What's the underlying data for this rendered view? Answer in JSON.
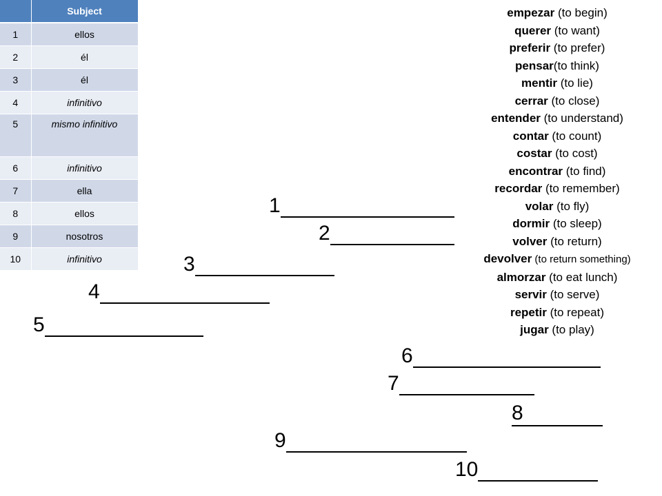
{
  "table": {
    "header": [
      "",
      "Subject"
    ],
    "rows": [
      {
        "num": "1",
        "subject": "ellos",
        "italic": false
      },
      {
        "num": "2",
        "subject": "él",
        "italic": false
      },
      {
        "num": "3",
        "subject": "él",
        "italic": false
      },
      {
        "num": "4",
        "subject": "infinitivo",
        "italic": true
      },
      {
        "num": "5",
        "subject": "mismo infinitivo",
        "italic": true
      },
      {
        "num": "6",
        "subject": "infinitivo",
        "italic": true
      },
      {
        "num": "7",
        "subject": "ella",
        "italic": false
      },
      {
        "num": "8",
        "subject": "ellos",
        "italic": false
      },
      {
        "num": "9",
        "subject": "nosotros",
        "italic": false
      },
      {
        "num": "10",
        "subject": "infinitivo",
        "italic": true
      }
    ]
  },
  "verbs": [
    {
      "verb": "empezar",
      "meaning": " (to begin)"
    },
    {
      "verb": "querer",
      "meaning": " (to want)"
    },
    {
      "verb": "preferir",
      "meaning": " (to prefer)"
    },
    {
      "verb": "pensar",
      "meaning": "(to think)"
    },
    {
      "verb": "mentir",
      "meaning": " (to lie)"
    },
    {
      "verb": "cerrar",
      "meaning": " (to close)"
    },
    {
      "verb": "entender",
      "meaning": " (to understand)"
    },
    {
      "verb": "contar",
      "meaning": " (to count)"
    },
    {
      "verb": "costar",
      "meaning": " (to cost)"
    },
    {
      "verb": "encontrar",
      "meaning": " (to find)"
    },
    {
      "verb": "recordar",
      "meaning": " (to remember)"
    },
    {
      "verb": "volar",
      "meaning": " (to fly)"
    },
    {
      "verb": "dormir",
      "meaning": " (to sleep)"
    },
    {
      "verb": "volver",
      "meaning": " (to return)"
    },
    {
      "verb": "devolver",
      "meaning": " (to return something)",
      "small": true
    },
    {
      "verb": "almorzar",
      "meaning": " (to eat lunch)"
    },
    {
      "verb": "servir",
      "meaning": " (to serve)"
    },
    {
      "verb": "repetir",
      "meaning": " (to repeat)"
    },
    {
      "verb": "jugar",
      "meaning": " (to play)"
    }
  ],
  "blanks": [
    {
      "label": "1"
    },
    {
      "label": "2"
    },
    {
      "label": "3"
    },
    {
      "label": "4"
    },
    {
      "label": "5"
    },
    {
      "label": "6"
    },
    {
      "label": "7"
    },
    {
      "label": "8"
    },
    {
      "label": "9"
    },
    {
      "label": "10"
    }
  ]
}
